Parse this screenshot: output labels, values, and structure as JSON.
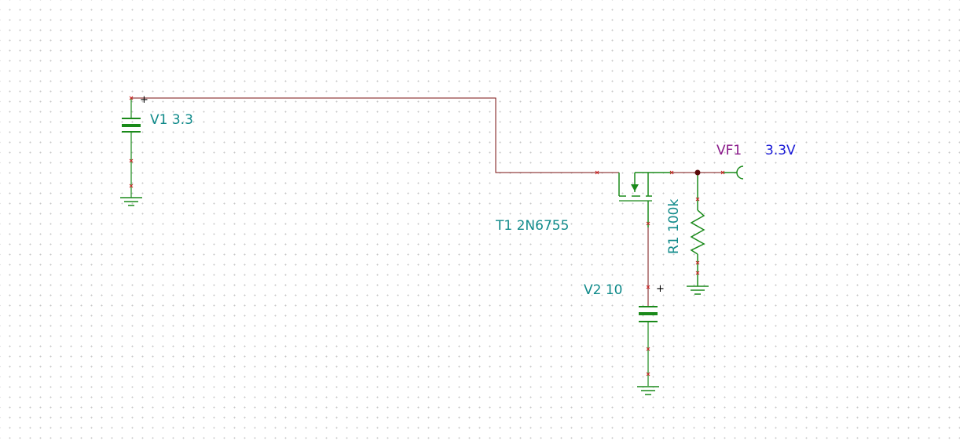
{
  "components": {
    "v1": {
      "name": "V1",
      "value": "3.3",
      "polarity": "+"
    },
    "v2": {
      "name": "V2",
      "value": "10",
      "polarity": "+"
    },
    "t1": {
      "name": "T1",
      "model": "2N6755"
    },
    "r1": {
      "name": "R1",
      "value": "100k"
    },
    "vf1": {
      "name": "VF1",
      "reading": "3.3V"
    }
  },
  "colors": {
    "wire": "#7a1010",
    "component": "#1a8a1a",
    "label": "#0f8a8a",
    "meter_label": "#8a1a8a",
    "meter_value": "#1a1ad6",
    "pin_marker": "#cc2222"
  }
}
